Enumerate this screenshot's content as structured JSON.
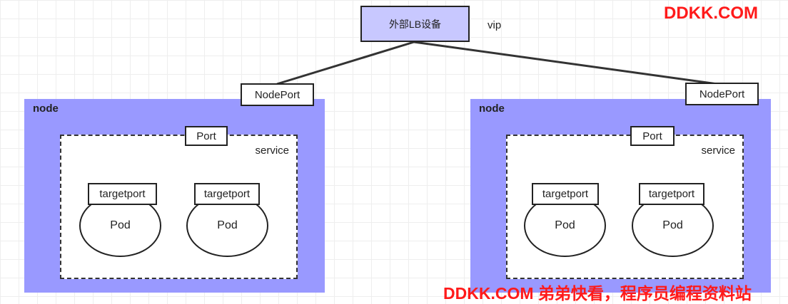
{
  "lb": {
    "label": "外部LB设备",
    "vip_label": "vip"
  },
  "nodes": [
    {
      "label": "node",
      "nodeport": "NodePort",
      "service_label": "service",
      "port": "Port",
      "pods": [
        {
          "targetport": "targetport",
          "label": "Pod"
        },
        {
          "targetport": "targetport",
          "label": "Pod"
        }
      ]
    },
    {
      "label": "node",
      "nodeport": "NodePort",
      "service_label": "service",
      "port": "Port",
      "pods": [
        {
          "targetport": "targetport",
          "label": "Pod"
        },
        {
          "targetport": "targetport",
          "label": "Pod"
        }
      ]
    }
  ],
  "watermark": {
    "top": "DDKK.COM",
    "bottom": "DDKK.COM 弟弟快看，程序员编程资料站"
  },
  "colors": {
    "node_fill": "#9999ff",
    "lb_fill": "#c8c8ff",
    "watermark": "#ff1a1a"
  }
}
